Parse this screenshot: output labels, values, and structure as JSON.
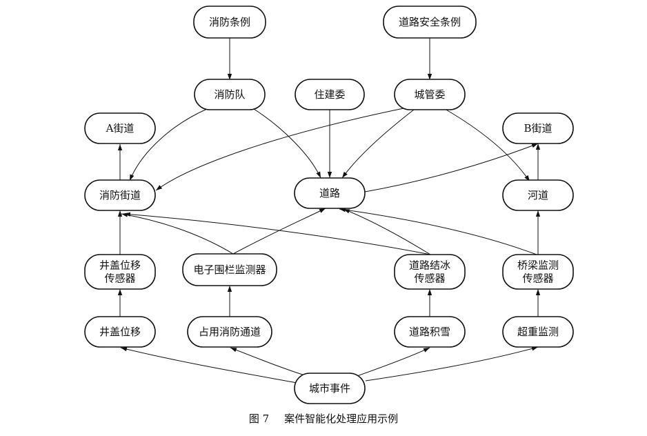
{
  "caption": {
    "figure_number": "图 7",
    "title": "案件智能化处理应用示例"
  },
  "nodes": {
    "fire_regulation": [
      "消防条例"
    ],
    "road_safety_regulation": [
      "道路安全条例"
    ],
    "fire_brigade": [
      "消防队"
    ],
    "housing_committee": [
      "住建委"
    ],
    "urban_management": [
      "城管委"
    ],
    "street_a": [
      "A街道"
    ],
    "street_b": [
      "B街道"
    ],
    "fire_street": [
      "消防街道"
    ],
    "road": [
      "道路"
    ],
    "river": [
      "河道"
    ],
    "manhole_sensor": [
      "井盖位移",
      "传感器"
    ],
    "fence_monitor": [
      "电子围栏监测器"
    ],
    "icing_sensor": [
      "道路结冰",
      "传感器"
    ],
    "bridge_sensor": [
      "桥梁监测",
      "传感器"
    ],
    "manhole_displacement": [
      "井盖位移"
    ],
    "fire_lane_blocked": [
      "占用消防通道"
    ],
    "road_snow": [
      "道路积雪"
    ],
    "overweight_monitor": [
      "超重监测"
    ],
    "city_event": [
      "城市事件"
    ]
  }
}
